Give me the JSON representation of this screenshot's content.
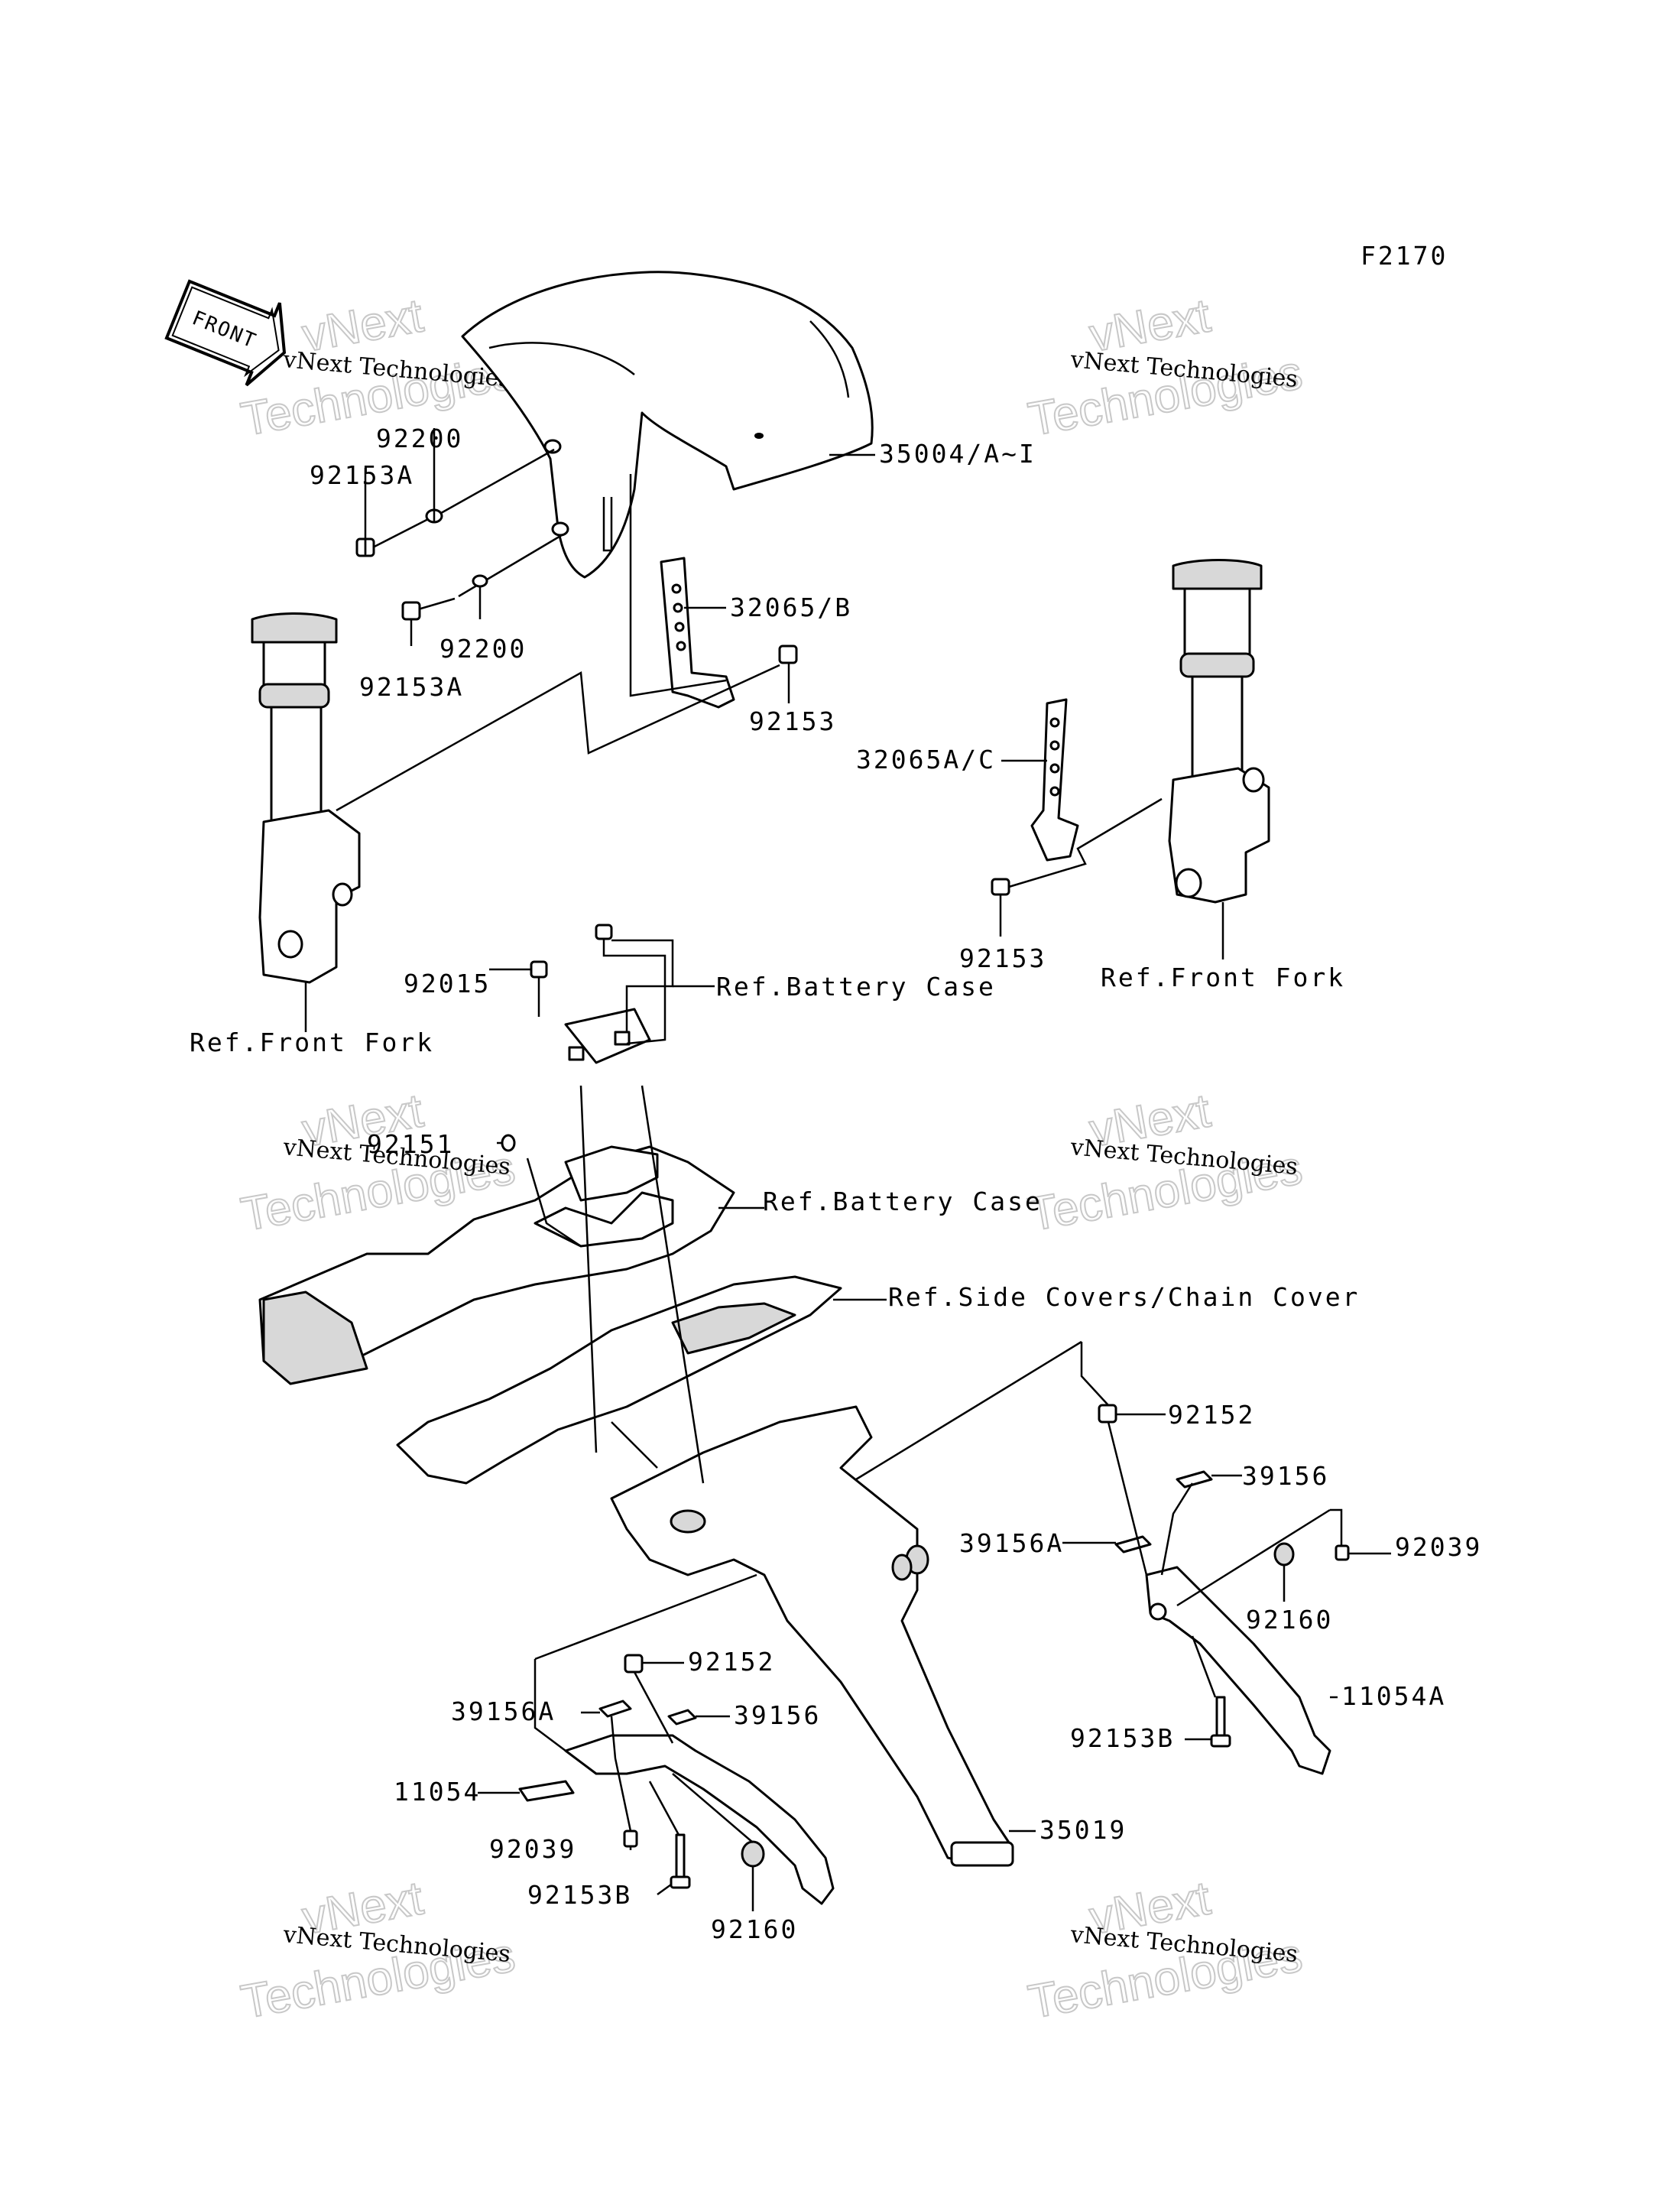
{
  "figure_code": "F2170",
  "direction_arrow_text": "FRONT",
  "watermark": {
    "line1": "vNext Technologies",
    "line2": "vNext",
    "line3": "Technologies"
  },
  "labels": {
    "p35004": "35004/A~I",
    "p92200_top": "92200",
    "p92153A_top": "92153A",
    "p92200_bottom": "92200",
    "p92153A_bottom": "92153A",
    "p32065B": "32065/B",
    "p92153_left": "92153",
    "p32065AC": "32065A/C",
    "p92153_right": "92153",
    "ref_front_fork_left": "Ref.Front Fork",
    "ref_front_fork_right": "Ref.Front Fork",
    "p92015": "92015",
    "ref_battery_case_top": "Ref.Battery Case",
    "p92151": "92151",
    "ref_battery_case_mid": "Ref.Battery Case",
    "ref_side_covers": "Ref.Side Covers/Chain Cover",
    "p92152_right": "92152",
    "p39156_right": "39156",
    "p39156A_right": "39156A",
    "p92039_right": "92039",
    "p92160_right": "92160",
    "p11054A": "11054A",
    "p92153B_right": "92153B",
    "p35019": "35019",
    "p92152_left": "92152",
    "p39156A_left": "39156A",
    "p39156_left": "39156",
    "p11054": "11054",
    "p92039_left": "92039",
    "p92153B_left": "92153B",
    "p92160_left": "92160"
  }
}
